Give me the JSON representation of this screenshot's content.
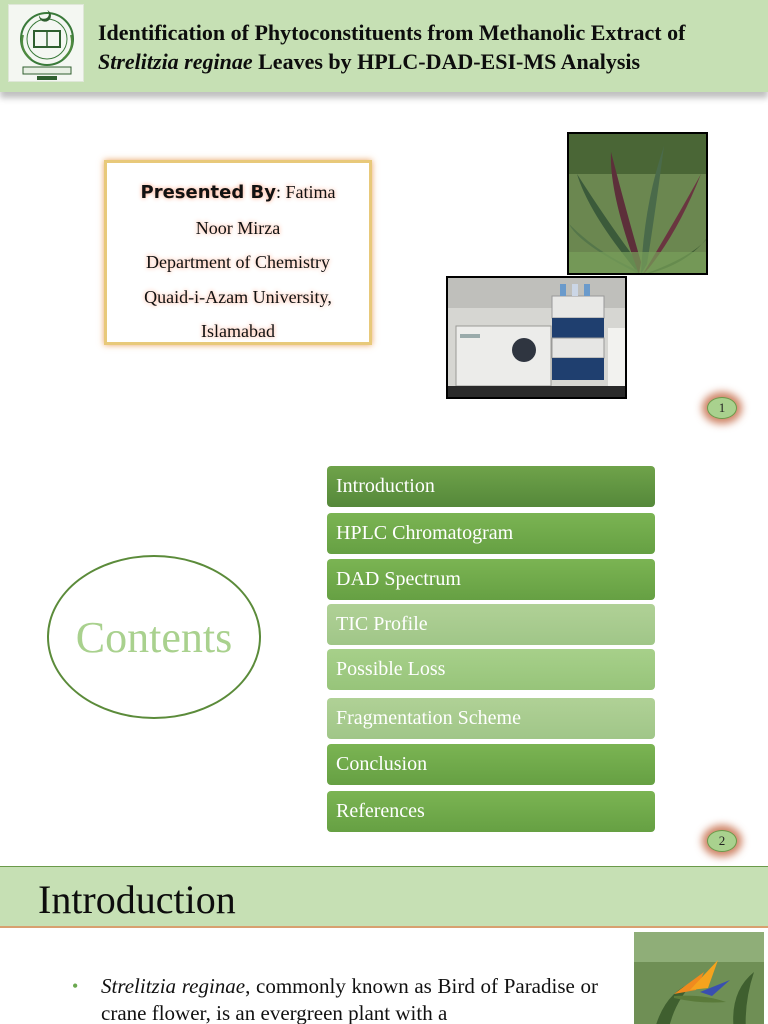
{
  "slide1": {
    "title_line1": "Identification of Phytoconstituents from Methanolic Extract of",
    "title_line2_italic": "Strelitzia reginae",
    "title_line2_rest": " Leaves by HPLC-DAD-ESI-MS Analysis",
    "logo_icon": "university-seal-icon",
    "presenter": {
      "label": "Presented By",
      "separator": ": ",
      "name_part1": "Fatima",
      "name_part2": "Noor Mirza",
      "department": "Department of Chemistry",
      "university": "Quaid-i-Azam University,",
      "city": "Islamabad"
    },
    "page_number": "1"
  },
  "slide2": {
    "contents_title": "Contents",
    "menu": [
      {
        "label": "Introduction"
      },
      {
        "label": "HPLC Chromatogram"
      },
      {
        "label": "DAD Spectrum"
      },
      {
        "label": "TIC Profile"
      },
      {
        "label": "Possible Loss"
      },
      {
        "label": "Fragmentation Scheme"
      },
      {
        "label": "Conclusion"
      },
      {
        "label": "References"
      }
    ],
    "page_number": "2"
  },
  "slide3": {
    "heading": "Introduction",
    "bullet_italic": "Strelitzia reginae",
    "bullet_rest": ", commonly known as Bird of Paradise or crane flower, is an evergreen plant with a"
  },
  "colors": {
    "header_bg": "#c6e0b4",
    "accent_green": "#6aa84f",
    "contents_text": "#a9d18e",
    "glow_orange": "#be5a32"
  }
}
